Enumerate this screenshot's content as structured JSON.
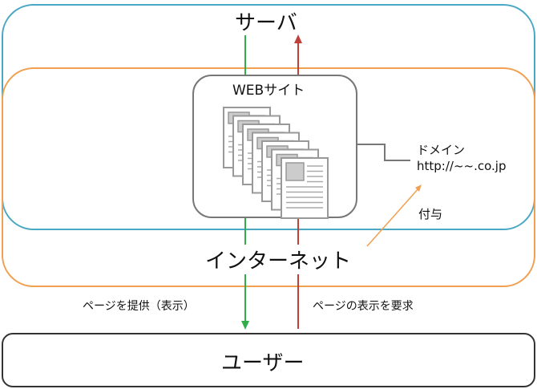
{
  "server_label": "サーバ",
  "website_label": "WEBサイト",
  "domain_label": "ドメイン",
  "domain_url": "http://~~.co.jp",
  "grant_label": "付与",
  "internet_label": "インターネット",
  "provide_label": "ページを提供（表示）",
  "request_label": "ページの表示を要求",
  "user_label": "ユーザー",
  "colors": {
    "server": "#4aa8c4",
    "internet": "#f0a050",
    "down": "#2fae4a",
    "up": "#c0403a",
    "box": "#777777"
  }
}
